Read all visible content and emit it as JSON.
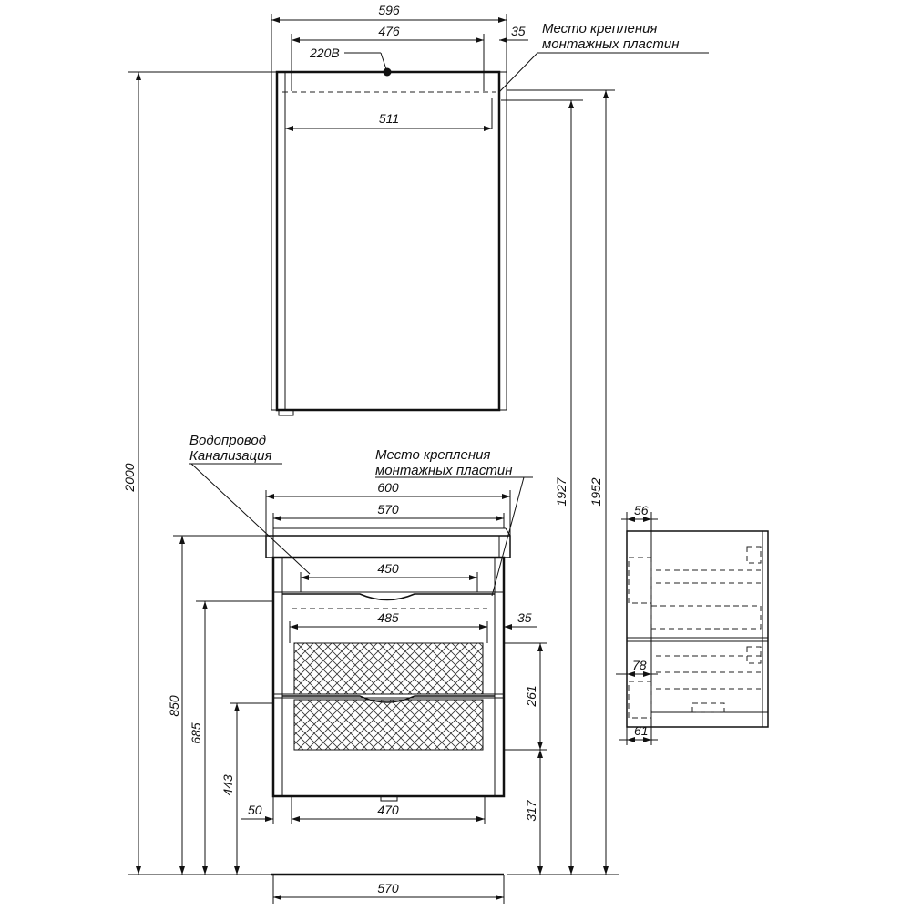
{
  "mirror_cabinet": {
    "dims": {
      "width_596": "596",
      "holes_476": "476",
      "offset_35": "35",
      "width_511": "511"
    },
    "power_label": "220В",
    "mount_label_line1": "Место крепления",
    "mount_label_line2": "монтажных пластин"
  },
  "vanity": {
    "water_label_line1": "Водопровод",
    "water_label_line2": "Канализация",
    "mount_label_line1": "Место крепления",
    "mount_label_line2": "монтажных пластин",
    "dims": {
      "width_600": "600",
      "width_570_top": "570",
      "holes_450": "450",
      "holes_485": "485",
      "offset_35": "35",
      "height_850": "850",
      "height_685": "685",
      "height_443": "443",
      "drawer_261": "261",
      "floor_317": "317",
      "offset_50": "50",
      "width_470": "470",
      "width_570_bottom": "570"
    }
  },
  "overall_heights": {
    "total_2000": "2000",
    "h_1927": "1927",
    "h_1952": "1952"
  },
  "side_view": {
    "dims": {
      "d_56": "56",
      "d_78": "78",
      "d_61": "61"
    }
  }
}
